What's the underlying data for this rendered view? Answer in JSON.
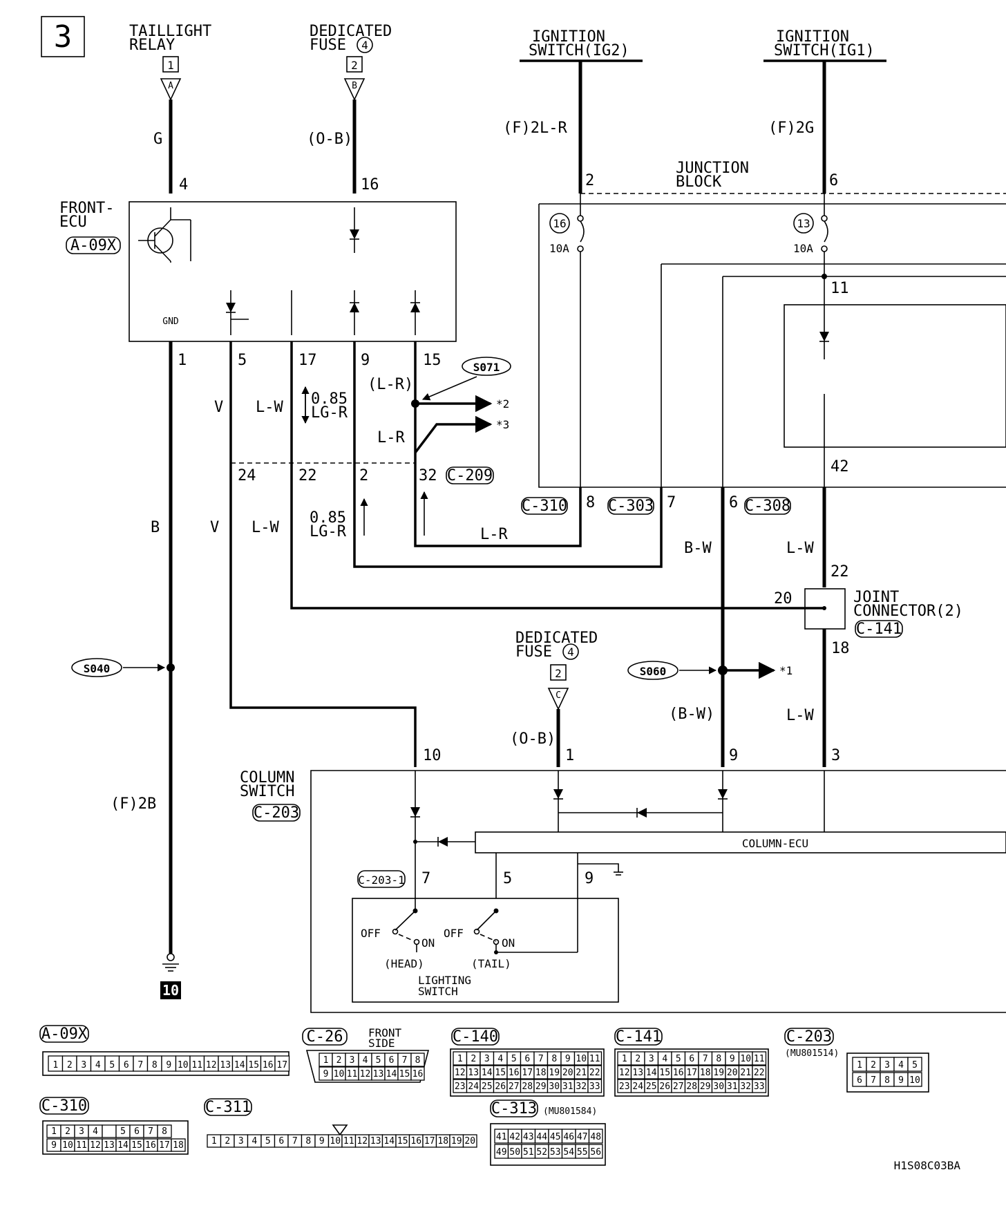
{
  "page": {
    "section_number": "3",
    "figure_code": "H1S08C03BA"
  },
  "components": {
    "taillight_relay": {
      "label_line1": "TAILLIGHT",
      "label_line2": "RELAY",
      "connector_no": "1",
      "connector_letter": "A"
    },
    "dedicated_fuse_top": {
      "label_line1": "DEDICATED",
      "label_line2": "FUSE",
      "fuse_no": "4",
      "connector_no": "2",
      "connector_letter": "B"
    },
    "ignition_ig2": {
      "label_line1": "IGNITION",
      "label_line2": "SWITCH(IG2)"
    },
    "ignition_ig1": {
      "label_line1": "IGNITION",
      "label_line2": "SWITCH(IG1)"
    },
    "front_ecu": {
      "label_line1": "FRONT-",
      "label_line2": "ECU",
      "connector": "A-09X",
      "gnd_label": "GND"
    },
    "junction_block": {
      "label_line1": "JUNCTION",
      "label_line2": "BLOCK",
      "fuse_16_no": "16",
      "fuse_16_rating": "10A",
      "fuse_13_no": "13",
      "fuse_13_rating": "10A"
    },
    "joint_connector": {
      "label_line1": "JOINT",
      "label_line2": "CONNECTOR(2)",
      "connector": "C-141"
    },
    "dedicated_fuse_bottom": {
      "label_line1": "DEDICATED",
      "label_line2": "FUSE",
      "fuse_no": "4",
      "connector_no": "2",
      "connector_letter": "C"
    },
    "column_switch": {
      "label_line1": "COLUMN",
      "label_line2": "SWITCH",
      "connector": "C-203",
      "sub_connector": "C-203-1"
    },
    "column_ecu": {
      "label": "COLUMN-ECU"
    },
    "lighting_switch": {
      "label_line1": "LIGHTING",
      "label_line2": "SWITCH",
      "off_label": "OFF",
      "on_label": "ON",
      "head_label": "(HEAD)",
      "tail_label": "(TAIL)"
    },
    "ground": {
      "number": "10"
    }
  },
  "splices": {
    "s040": "S040",
    "s060": "S060",
    "s071": "S071",
    "ref1": "*1",
    "ref2": "*2",
    "ref3": "*3"
  },
  "wires": {
    "g": "G",
    "ob_paren": "(O-B)",
    "f_2lr": "(F)2L-R",
    "f_2g": "(F)2G",
    "v": "V",
    "lw": "L-W",
    "lgr_size": "0.85",
    "lgr": "LG-R",
    "lr_paren": "(L-R)",
    "lr": "L-R",
    "b": "B",
    "bw": "B-W",
    "bw_paren": "(B-W)",
    "f_2b": "(F)2B"
  },
  "pins": {
    "p4": "4",
    "p16": "16",
    "p2": "2",
    "p6": "6",
    "p1": "1",
    "p5": "5",
    "p17": "17",
    "p9": "9",
    "p15": "15",
    "p24": "24",
    "p22": "22",
    "p2b": "2",
    "p32": "32",
    "p8": "8",
    "p7": "7",
    "p6b": "6",
    "p11": "11",
    "p42": "42",
    "p22b": "22",
    "p20": "20",
    "p18": "18",
    "p10": "10",
    "p1b": "1",
    "p9b": "9",
    "p3": "3",
    "p7b": "7",
    "p5b": "5",
    "p9c": "9"
  },
  "connector_refs": {
    "c209": "C-209",
    "c310": "C-310",
    "c303": "C-303",
    "c308": "C-308"
  },
  "connector_views": {
    "a09x": {
      "title": "A-09X",
      "pins": [
        "1",
        "2",
        "3",
        "4",
        "5",
        "6",
        "7",
        "8",
        "9",
        "10",
        "11",
        "12",
        "13",
        "14",
        "15",
        "16",
        "17"
      ]
    },
    "c26": {
      "title": "C-26",
      "note_line1": "FRONT",
      "note_line2": "SIDE",
      "row1": [
        "1",
        "2",
        "3",
        "4",
        "5",
        "6",
        "7",
        "8"
      ],
      "row2": [
        "9",
        "10",
        "11",
        "12",
        "13",
        "14",
        "15",
        "16"
      ]
    },
    "c140": {
      "title": "C-140",
      "row1": [
        "1",
        "2",
        "3",
        "4",
        "5",
        "6",
        "7",
        "8",
        "9",
        "10",
        "11"
      ],
      "row2": [
        "12",
        "13",
        "14",
        "15",
        "16",
        "17",
        "18",
        "19",
        "20",
        "21",
        "22"
      ],
      "row3": [
        "23",
        "24",
        "25",
        "26",
        "27",
        "28",
        "29",
        "30",
        "31",
        "32",
        "33"
      ]
    },
    "c141": {
      "title": "C-141",
      "row1": [
        "1",
        "2",
        "3",
        "4",
        "5",
        "6",
        "7",
        "8",
        "9",
        "10",
        "11"
      ],
      "row2": [
        "12",
        "13",
        "14",
        "15",
        "16",
        "17",
        "18",
        "19",
        "20",
        "21",
        "22"
      ],
      "row3": [
        "23",
        "24",
        "25",
        "26",
        "27",
        "28",
        "29",
        "30",
        "31",
        "32",
        "33"
      ]
    },
    "c203": {
      "title": "C-203",
      "part_no": "(MU801514)",
      "row1": [
        "1",
        "2",
        "3",
        "4",
        "5"
      ],
      "row2": [
        "6",
        "7",
        "8",
        "9",
        "10"
      ]
    },
    "c310": {
      "title": "C-310",
      "row1": [
        "1",
        "2",
        "3",
        "4",
        "",
        "5",
        "6",
        "7",
        "8"
      ],
      "row2": [
        "9",
        "10",
        "11",
        "12",
        "13",
        "14",
        "15",
        "16",
        "17",
        "18"
      ]
    },
    "c311": {
      "title": "C-311",
      "pins": [
        "1",
        "2",
        "3",
        "4",
        "5",
        "6",
        "7",
        "8",
        "9",
        "10",
        "11",
        "12",
        "13",
        "14",
        "15",
        "16",
        "17",
        "18",
        "19",
        "20"
      ]
    },
    "c313": {
      "title": "C-313",
      "part_no": "(MU801584)",
      "row1": [
        "41",
        "42",
        "43",
        "44",
        "45",
        "46",
        "47",
        "48"
      ],
      "row2": [
        "49",
        "50",
        "51",
        "52",
        "53",
        "54",
        "55",
        "56"
      ]
    }
  }
}
